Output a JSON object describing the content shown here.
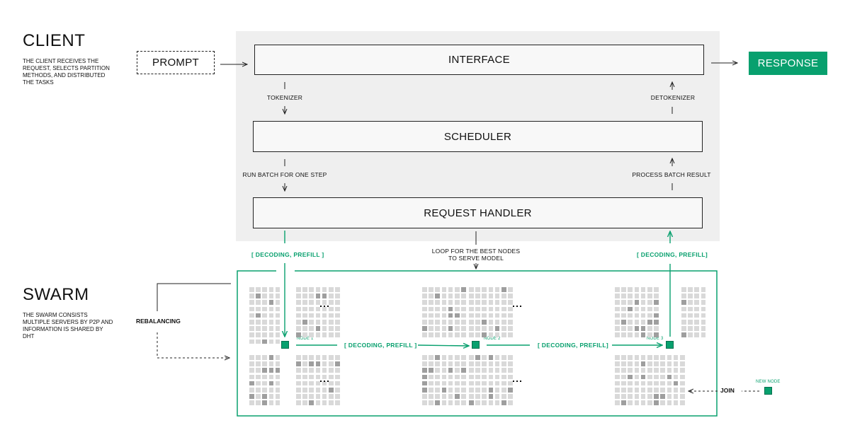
{
  "client": {
    "title": "CLIENT",
    "description": "THE CLIENT RECEIVES THE REQUEST, SELECTS PARTITION METHODS, AND DISTRIBUTED THE TASKS"
  },
  "prompt_label": "PROMPT",
  "response_label": "RESPONSE",
  "pipeline": {
    "interface": "INTERFACE",
    "scheduler": "SCHEDULER",
    "request_handler": "REQUEST HANDLER",
    "tokenizer": "TOKENIZER",
    "detokenizer": "DETOKENIZER",
    "run_batch": "RUN BATCH FOR ONE STEP",
    "process_batch": "PROCESS BATCH RESULT",
    "loop_label": "LOOP FOR THE BEST NODES TO SERVE MODEL"
  },
  "swarm": {
    "title": "SWARM",
    "description": "THE SWARM CONSISTS MULTIPLE SERVERS BY P2P AND INFORMATION IS SHARED BY DHT",
    "rebalancing": "REBALANCING",
    "decoding_in": "[ DECODING, PREFILL ]",
    "decoding_out": "[ DECODING, PREFILL]",
    "decoding_mid1": "[ DECODING, PREFILL ]",
    "decoding_mid2": "[ DECODING, PREFILL]",
    "node1": "NODE 1",
    "node2": "NODE 2",
    "node3": "NODE 3",
    "new_node": "NEW NODE",
    "join": "JOIN"
  },
  "colors": {
    "accent": "#08a06e",
    "panel": "#efefef",
    "cell_light": "#d9d9d9",
    "cell_dark": "#9e9e9e"
  }
}
